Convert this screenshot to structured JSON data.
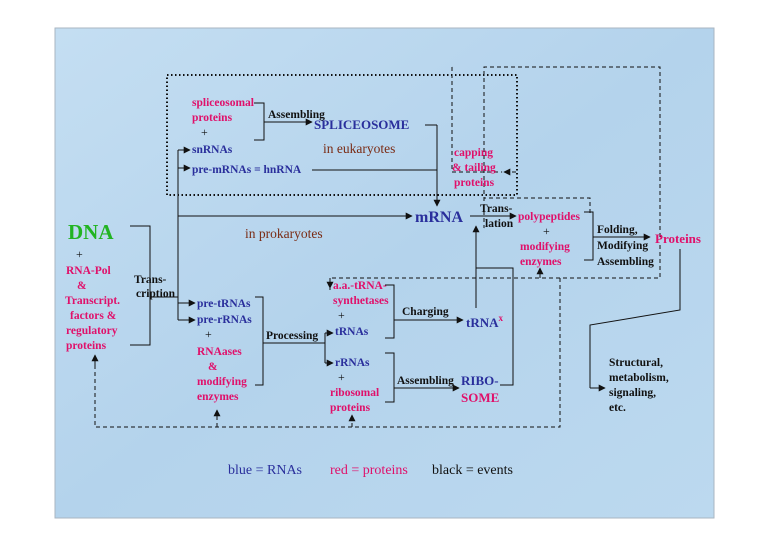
{
  "nodes": {
    "dna": "DNA",
    "plus1": "+",
    "rna_pol": "RNA-Pol",
    "amp1": "&",
    "transcript": "Transcript.",
    "factors": "factors  &",
    "regulatory": "regulatory",
    "proteins_left": "proteins",
    "transcription_1": "Trans-",
    "transcription_2": "cription",
    "spliceosomal": "spliceosomal",
    "spliceosomal_proteins": "proteins",
    "plus2": "+",
    "snrnas": "snRNAs",
    "pre_mrnas": "pre-mRNAs = hnRNA",
    "assembling1": "Assembling",
    "spliceosome": "SPLICEOSOME",
    "in_eukaryotes": "in eukaryotes",
    "capping": "capping",
    "tailing": "& tailing",
    "capping_proteins": "proteins",
    "in_prokaryotes": "in prokaryotes",
    "mrna": "mRNA",
    "translation_1": "Trans-",
    "translation_2": "lation",
    "polypeptides": "polypeptides",
    "plus3": "+",
    "modifying": "modifying",
    "enzymes": "enzymes",
    "folding": "Folding,",
    "modifying_ev": "Modifying",
    "assembling_ev": "Assembling",
    "proteins_right": "Proteins",
    "pre_trnas": "pre-tRNAs",
    "pre_rrnas": "pre-rRNAs",
    "plus4": "+",
    "rnaases": "RNAases",
    "amp2": "&",
    "modifying2": "modifying",
    "enzymes2": "enzymes",
    "processing": "Processing",
    "aa_trna": "a.a.-tRNA-",
    "synthetases": "synthetases",
    "plus5": "+",
    "trnas": "tRNAs",
    "charging": "Charging",
    "trna_x": "tRNA",
    "trna_x_sup": "x",
    "rrnas": "rRNAs",
    "plus6": "+",
    "ribosomal": "ribosomal",
    "ribosomal_proteins": "proteins",
    "assembling2": "Assembling",
    "ribo": "RIBO-",
    "some": "SOME",
    "structural": "Structural,",
    "metabolism": "metabolism,",
    "signaling": "signaling,",
    "etc": "etc."
  },
  "legend": {
    "blue": "blue = RNAs",
    "red": "red = proteins",
    "black": "black = events"
  },
  "colors": {
    "rna_blue": "#2a2f9c",
    "protein_red": "#e0106a",
    "event_black": "#111111",
    "dna_green": "#22b422",
    "note_brown": "#7a2b14",
    "background": "#b8d6ec"
  }
}
